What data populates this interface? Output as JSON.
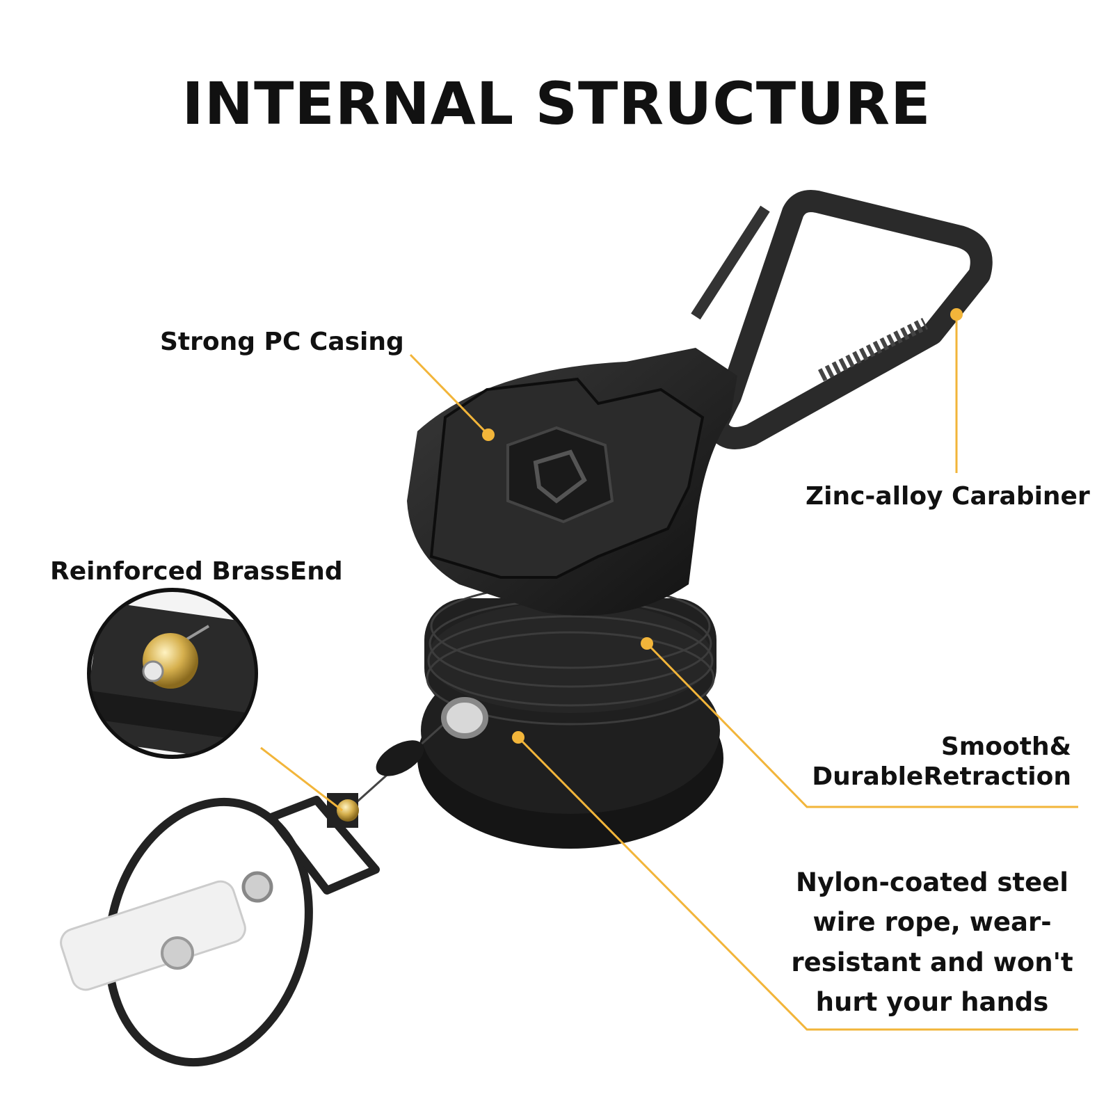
{
  "title": "INTERNAL STRUCTURE",
  "labels": {
    "casing": "Strong PC Casing",
    "carabiner": "Zinc-alloy Carabiner",
    "brass_end": "Reinforced BrassEnd",
    "retraction_line1": "Smooth&",
    "retraction_line2": "DurableRetraction",
    "wire": "Nylon-coated steel wire rope, wear-resistant and won't hurt your hands"
  },
  "colors": {
    "accent": "#f2b53a",
    "product": "#1c1c1c",
    "text": "#111111",
    "brass": "#c9a447"
  }
}
